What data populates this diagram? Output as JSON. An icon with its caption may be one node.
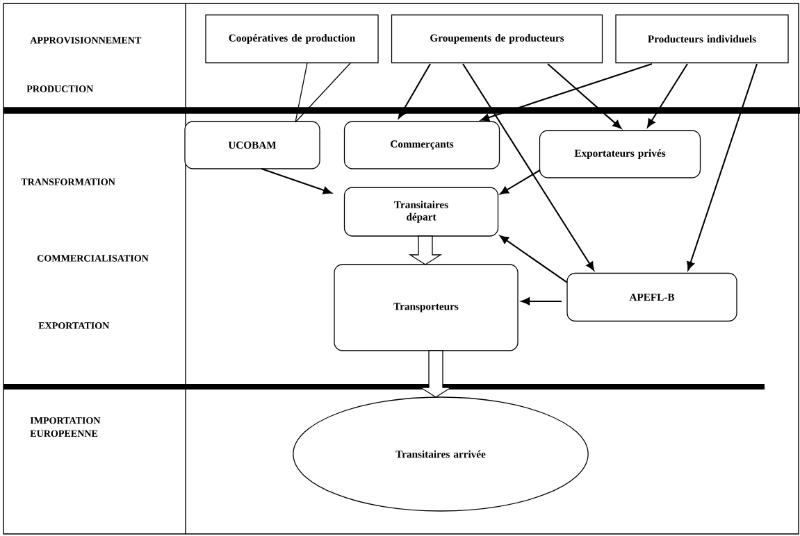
{
  "diagram": {
    "nodes": [
      {
        "text": [
          "Coopératives de production"
        ]
      },
      {
        "text": [
          "Groupements de producteurs"
        ]
      },
      {
        "text": [
          "Producteurs individuels"
        ]
      },
      {
        "text": [
          "UCOBAM"
        ]
      },
      {
        "text": [
          "Commerçants"
        ]
      },
      {
        "text": [
          "Exportateurs privés"
        ]
      },
      {
        "text": [
          "Transitaires départ"
        ]
      },
      {
        "text": [
          "Transporteurs"
        ]
      },
      {
        "text": [
          "APEFL-B"
        ]
      },
      {
        "text": [
          "Transitaires arrivée"
        ]
      }
    ],
    "edges": [
      {
        "from": 0,
        "to": 3,
        "arrow": "none"
      },
      {
        "from": 1,
        "to": 4,
        "arrow": "to"
      },
      {
        "from": 1,
        "to": 5,
        "arrow": "to"
      },
      {
        "from": 1,
        "to": 8,
        "arrow": "to"
      },
      {
        "from": 2,
        "to": 4,
        "arrow": "to"
      },
      {
        "from": 2,
        "to": 5,
        "arrow": "to"
      },
      {
        "from": 2,
        "to": 8,
        "arrow": "to"
      },
      {
        "from": 3,
        "to": 6,
        "arrow": "to"
      },
      {
        "from": 5,
        "to": 6,
        "arrow": "to"
      },
      {
        "from": 8,
        "to": 6,
        "arrow": "to"
      },
      {
        "from": 8,
        "to": 7,
        "arrow": "to"
      },
      {
        "from": 6,
        "to": 7,
        "arrow": "to",
        "style": "thick"
      },
      {
        "from": 7,
        "to": 9,
        "arrow": "to",
        "style": "thick"
      }
    ],
    "labels": [
      "APPROVISIONNEMENT",
      "PRODUCTION",
      "TRANSFORMATION",
      "COMMERCIALISATION",
      "EXPORTATION",
      "IMPORTATION EUROPEENNE"
    ]
  }
}
